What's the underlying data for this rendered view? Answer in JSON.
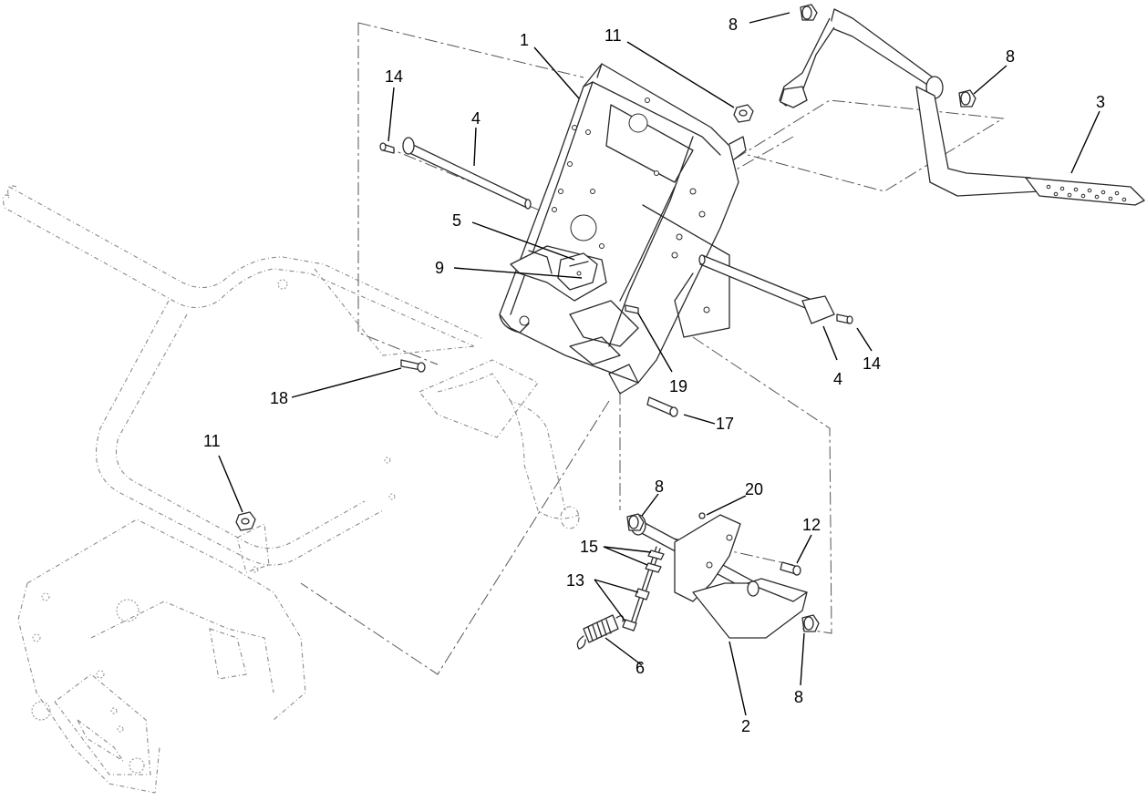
{
  "callouts": [
    {
      "label": "1"
    },
    {
      "label": "11"
    },
    {
      "label": "8"
    },
    {
      "label": "8"
    },
    {
      "label": "3"
    },
    {
      "label": "14"
    },
    {
      "label": "4"
    },
    {
      "label": "5"
    },
    {
      "label": "9"
    },
    {
      "label": "4"
    },
    {
      "label": "14"
    },
    {
      "label": "19"
    },
    {
      "label": "18"
    },
    {
      "label": "17"
    },
    {
      "label": "11"
    },
    {
      "label": "8"
    },
    {
      "label": "20"
    },
    {
      "label": "12"
    },
    {
      "label": "15"
    },
    {
      "label": "13"
    },
    {
      "label": "6"
    },
    {
      "label": "2"
    },
    {
      "label": "8"
    }
  ]
}
